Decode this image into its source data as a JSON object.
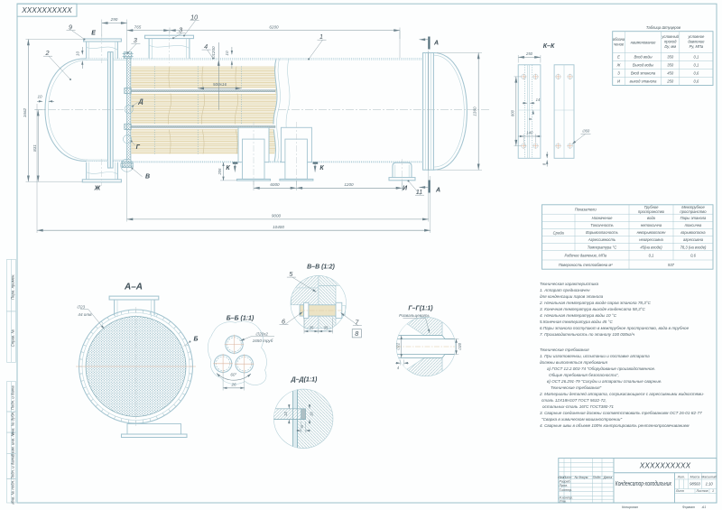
{
  "sheet": {
    "corner_designation": "ХХХХХХХХХХ",
    "copied_label": "Копировал",
    "format_label": "Формат",
    "format_value": "А1"
  },
  "margin_stamps": {
    "perv_primen": "Перв. примен.",
    "sprav_no": "Справ. №",
    "podp_data1": "Подп. и дата",
    "inv_dubl": "Инв. № дубл.",
    "vzam_inv": "Взам. инв. №",
    "podp_data2": "Подп. и дата",
    "inv_podl": "Инв. № подл."
  },
  "main_view": {
    "dims": {
      "d290": "290",
      "d765": "765",
      "d6200": "6200",
      "d500x16": "500х16",
      "d1200": "∅1200",
      "d10_shell": "10",
      "d10_nozzle": "10",
      "d10_head": "10",
      "d1662": "1662",
      "d831": "831",
      "d206": "206",
      "d6000": "6000",
      "d1200b": "1200",
      "d9000": "9000",
      "d10400": "10400",
      "d1360": "1360"
    },
    "positions": {
      "p1": "1",
      "p2": "2",
      "p3a": "3",
      "p3b": "3",
      "p4": "4",
      "p9": "9",
      "p10": "10",
      "p11": "11"
    },
    "letters": {
      "E": "Е",
      "Zh": "Ж",
      "I": "И",
      "D": "Д",
      "G": "Г",
      "V": "В",
      "K1": "К",
      "K2": "К",
      "A_top": "А",
      "A_bottom": "А"
    }
  },
  "section_kk": {
    "title": "К–К",
    "d250": "250",
    "d800": "800",
    "d140": "140",
    "d14": "14",
    "d8_rib": "8",
    "d8_plate": "8",
    "d60": "∅60"
  },
  "nozzle_table": {
    "title": "Таблица Штуцеров",
    "h_mark1": "обозна",
    "h_mark2": "чение",
    "h_name": "наименование",
    "h_dy1": "условный",
    "h_dy2": "проход",
    "h_dy3": "Dу, мм",
    "h_py1": "условное",
    "h_py2": "давление",
    "h_py3": "Pу, МПа",
    "rows": [
      {
        "mark": "Е",
        "name": "Вход воды",
        "dy": "350",
        "py": "0,1"
      },
      {
        "mark": "Ж",
        "name": "Выход воды",
        "dy": "350",
        "py": "0,1"
      },
      {
        "mark": "З",
        "name": "Вход этанола",
        "dy": "450",
        "py": "0,6"
      },
      {
        "mark": "И",
        "name": "выход этанола",
        "dy": "250",
        "py": "0,6"
      }
    ]
  },
  "params_table": {
    "h_indicators": "Показатели",
    "h_tube1": "Трубное",
    "h_tube2": "пространство",
    "h_shell1": "Межтрубное",
    "h_shell2": "пространство",
    "sreda": "Среда",
    "rows": [
      {
        "label": "Назначение",
        "tube": "вода",
        "shell": "Пары этанола"
      },
      {
        "label": "Токсичность",
        "tube": "нетоксична",
        "shell": "токсична"
      },
      {
        "label": "Взрывоопасность",
        "tube": "невзрывоопасен",
        "shell": "взрывоопасна"
      },
      {
        "label": "Агрессивность",
        "tube": "неагрессивна",
        "shell": "агрессивна"
      },
      {
        "label": "Температура °С",
        "tube": "45(на входе)",
        "shell": "78,3 (на входе)"
      }
    ],
    "pressure_label": "Рабочее давление, МПа",
    "pressure_tube": "0,1",
    "pressure_shell": "0,6",
    "surface_label": "Поверхность теплообмена м²",
    "surface_value": "937"
  },
  "section_aa": {
    "title": "А–А",
    "d23": "∅23",
    "holes": "44 отв",
    "letter_b": "Б"
  },
  "section_bb": {
    "title": "Б–Б (1:1)",
    "d20x2": "∅20х2",
    "tubes": "1650 труб",
    "d60": "60°",
    "d26": "26"
  },
  "section_vv": {
    "title": "В–В (1:2)",
    "p5": "5",
    "p6": "6",
    "p7": "7",
    "p8": "8",
    "d35a": "35",
    "d35b": "35"
  },
  "section_gg": {
    "title": "Г–Г(1:1)",
    "note": "Развальцевать",
    "d22": "∅22",
    "d20": "∅20",
    "d4": "4"
  },
  "section_dd": {
    "title": "Д–Д(1:1)",
    "d13": "13",
    "d16": "16",
    "d5": "5"
  },
  "tech_char": {
    "lines": [
      "Техническая характеристика",
      "1. Аппарат предназначен",
      "для конденсации паров этанола",
      "2. Начальная температура входе паров этанола 78,3°С",
      "3. Конечная температура выходе конденсата 58,3°С",
      "4. Начальная температура воды 10 °С",
      "5.Конечная температура воды 45 °С",
      "6.Пары этанола поступают в межтрубное пространство, вода в трубное",
      "7. Производительность по этанолу 100 000кг/ч"
    ]
  },
  "tech_req": {
    "lines": [
      "Технические требования",
      "1. При изготовлении, испытании и поставке аппарата",
      "должны выполняться требования",
      "а) ГОСТ 12.2.003-74 \"Оборудование производственное.",
      "Общие требования безопасности\",",
      "в) ОСТ 26.291-79 \"Сосуды и аппараты стальные сварные.",
      "Технические требования\"",
      "2. Материалы деталей аппарата, соприкасающиеся с агрессивными жидкостями-",
      "сталь 12Х18Н10Т ГОСТ 5632-72,",
      "остальных-сталь 16ГС ГОСТ380-71",
      "3. Сварные соединения должны соответствовать требованиям ОСТ 26-01-82-77",
      "\"Сварка в химическом машиностроении\"",
      "4. Сварные швы в объеме 100% контролировать рентгенопросвечиванием"
    ]
  },
  "title_block": {
    "designation": "ХХХХХХХХХХ",
    "name": "Конденсатор-холодильник",
    "mass": "98560",
    "scale": "1:10",
    "lit_label": "Лит.",
    "mass_label": "Масса",
    "scale_label": "Масштаб",
    "sheet_label": "Лист",
    "sheets_label": "Листов",
    "sheets_value": "1",
    "izm": "Изм.",
    "list": "Лист",
    "doc": "№ докум.",
    "podp": "Подп.",
    "data": "Дата",
    "razrab": "Разраб.",
    "prov": "Пров.",
    "tkontr": "Т.контр.",
    "nkontr": "Н.контр.",
    "utv": "Утв."
  }
}
